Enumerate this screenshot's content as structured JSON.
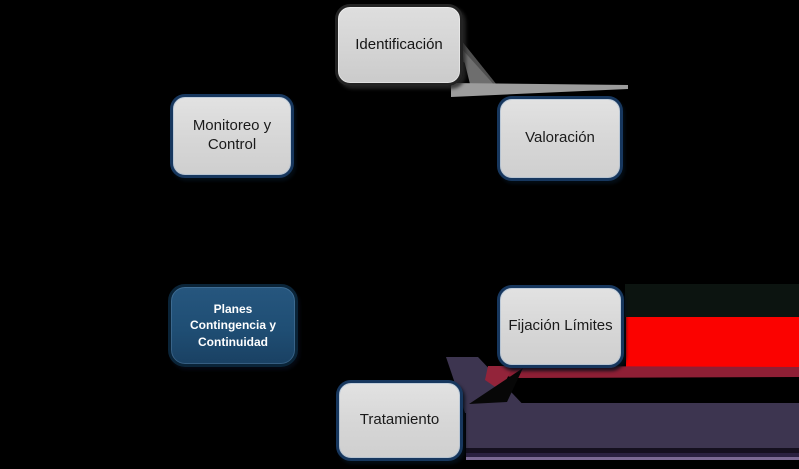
{
  "diagram": {
    "type": "cycle-flowchart",
    "nodes": {
      "identificacion": {
        "label": "Identificación",
        "style": "gray-dark-border"
      },
      "valoracion": {
        "label": "Valoración",
        "style": "gray-navy-border"
      },
      "fijacion": {
        "label": "Fijación Límites",
        "style": "gray-navy-border"
      },
      "tratamiento": {
        "label": "Tratamiento",
        "style": "gray-navy-border"
      },
      "planes": {
        "label": "Planes Contingencia y Continuidad",
        "style": "navy-highlight"
      },
      "monitoreo": {
        "label": "Monitoreo y Control",
        "style": "gray-navy-border"
      }
    },
    "connectors": [
      {
        "name": "arrow-identificacion-to-valoracion",
        "color": "#9c9c9c"
      },
      {
        "name": "arrow-fijacion-to-tratamiento",
        "color": "#8e1f35"
      }
    ],
    "colors": {
      "background": "#000000",
      "node_fill_gray": "#d6d6d6",
      "node_border_navy": "#17375e",
      "node_border_dark": "#232323",
      "node_fill_navy": "#1f4e74",
      "node_text_dark": "#1a1a1a",
      "node_text_light": "#ffffff",
      "arrow_gray": "#9c9c9c",
      "arrow_maroon": "#8e1f35",
      "edge_band_red": "#fb0200",
      "edge_band_purple": "#3d3550"
    }
  }
}
